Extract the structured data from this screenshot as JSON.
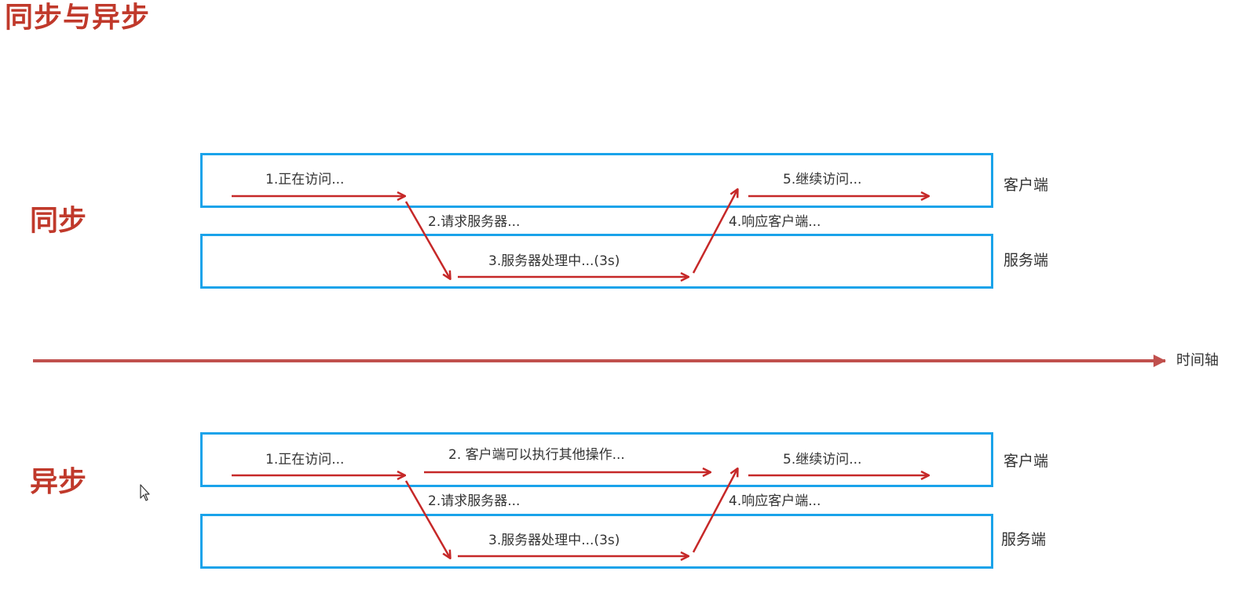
{
  "page_title": "同步与异步",
  "timeline_label": "时间轴",
  "colors": {
    "title": "#c0392b",
    "lane_border": "#1aa3ea",
    "arrow": "#c62828",
    "timeline": "#c0504d"
  },
  "sync": {
    "title": "同步",
    "client_label": "客户端",
    "server_label": "服务端",
    "steps": {
      "s1": "1.正在访问...",
      "s2": "2.请求服务器...",
      "s3": "3.服务器处理中...(3s)",
      "s4": "4.响应客户端...",
      "s5": "5.继续访问..."
    }
  },
  "async": {
    "title": "异步",
    "client_label": "客户端",
    "server_label": "服务端",
    "steps": {
      "s1": "1.正在访问...",
      "s2a": "2. 客户端可以执行其他操作...",
      "s2": "2.请求服务器...",
      "s3": "3.服务器处理中...(3s)",
      "s4": "4.响应客户端...",
      "s5": "5.继续访问..."
    }
  }
}
